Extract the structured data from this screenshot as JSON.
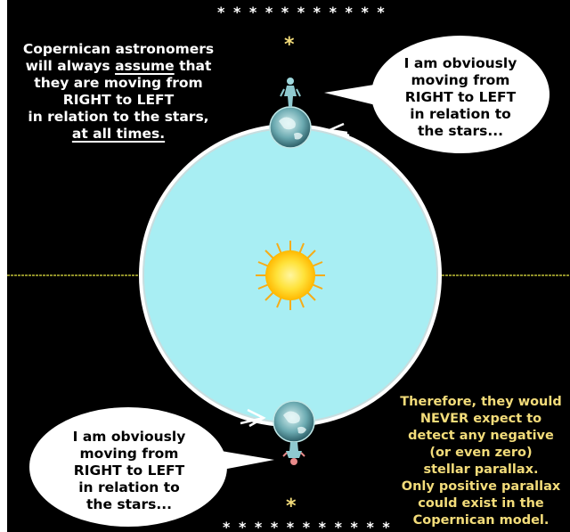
{
  "top_stars": "* * * * * * * * * * *",
  "bottom_stars": "* * * * * * * * * * *",
  "star_glyph": "*",
  "left_note": {
    "line1": "Copernican astronomers",
    "line2_a": "will always ",
    "line2_b": "assume",
    "line2_c": " that",
    "line3": "they are moving from",
    "line4": "RIGHT to LEFT",
    "line5": "in relation to the stars,",
    "line6": "at all times."
  },
  "top_bubble": [
    "I am obviously",
    "moving from",
    "RIGHT to LEFT",
    "in relation to",
    "the stars..."
  ],
  "bottom_bubble": [
    "I am obviously",
    "moving from",
    "RIGHT to LEFT",
    "in relation to",
    "the stars..."
  ],
  "conclusion": [
    "Therefore, they would",
    "NEVER expect to",
    "detect any negative",
    "(or even zero)",
    "stellar parallax.",
    "Only positive parallax",
    "could exist in the",
    "Copernican model."
  ],
  "colors": {
    "background": "#000000",
    "orbit_fill": "#a8eef3",
    "note_text": "#ffffff",
    "conclusion_text": "#f3dc7a",
    "sun": "#ffd21a",
    "axis_line": "#e6e640"
  },
  "icons": [
    "sun-icon",
    "earth-icon-top",
    "earth-icon-bottom",
    "observer-icon-top",
    "observer-icon-bottom",
    "motion-arrow-top",
    "motion-arrow-bottom"
  ]
}
